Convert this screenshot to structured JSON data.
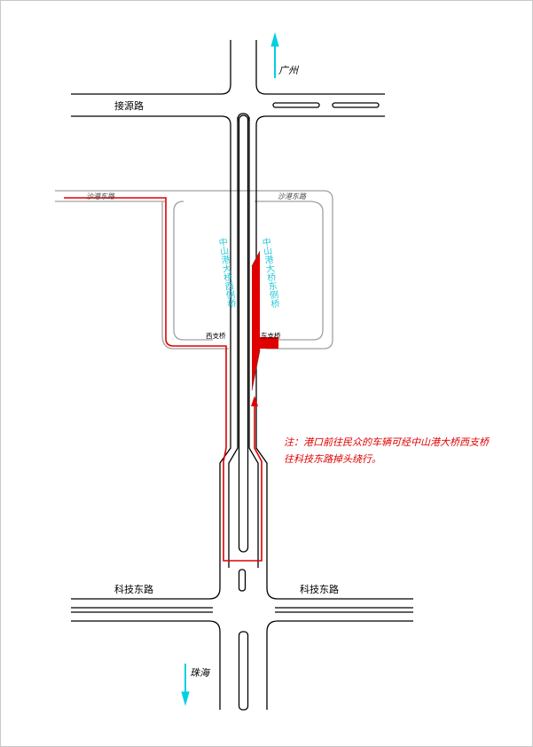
{
  "map": {
    "directions": {
      "north": "广州",
      "south": "珠海"
    },
    "roads": {
      "jieyuan_road": "接源路",
      "shagang_east_road_left": "沙港东路",
      "shagang_east_road_right": "沙港东路",
      "keji_east_road_left": "科技东路",
      "keji_east_road_right": "科技东路"
    },
    "bridges": {
      "west_bridge": "中山港大桥西侧桥",
      "east_bridge": "中山港大桥东侧桥",
      "west_branch": "西支桥",
      "east_branch": "东支桥"
    },
    "note": {
      "line1": "注：港口前往民众的车辆可经中山港大桥西支桥",
      "line2": "往科技东路掉头绕行。"
    },
    "colors": {
      "road": "#000000",
      "ramp": "#a0a0a0",
      "route": "#e00000",
      "closure": "#e00000",
      "arrow": "#00d0e0",
      "bridge_label": "#22c8d8",
      "note": "#e00000"
    }
  }
}
